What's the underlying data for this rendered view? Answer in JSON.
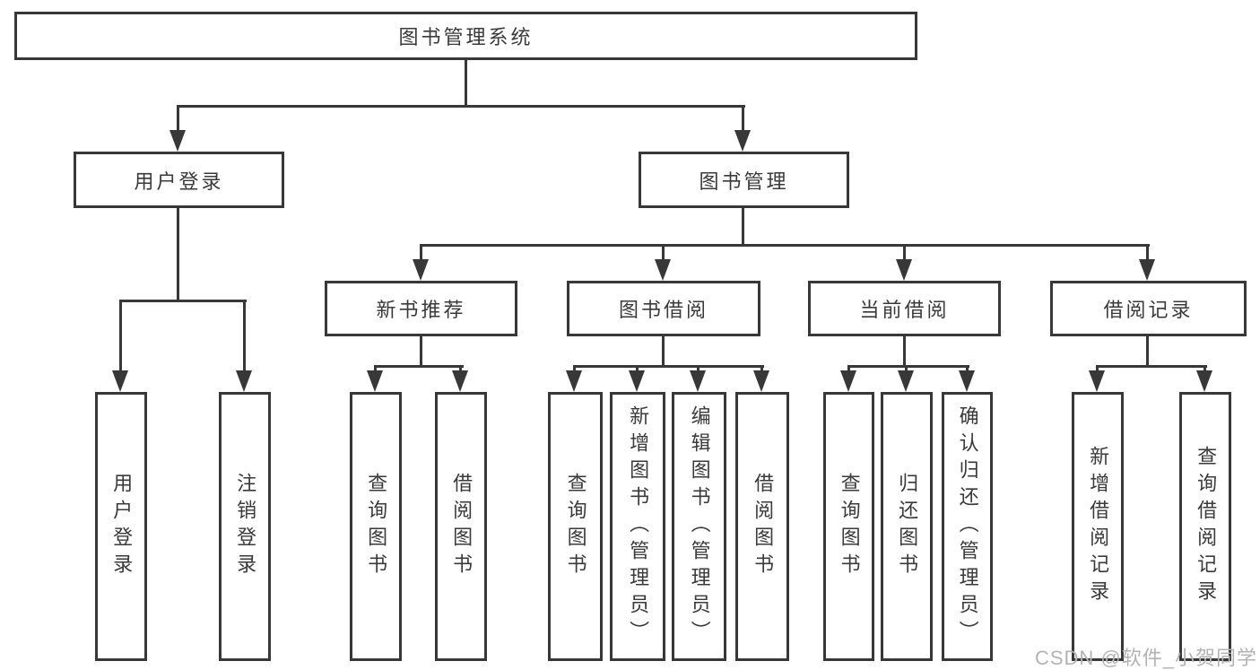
{
  "tree": {
    "root": {
      "label": "图书管理系统",
      "children": [
        {
          "label": "用户登录",
          "children": [
            {
              "label": "用户登录"
            },
            {
              "label": "注销登录"
            }
          ]
        },
        {
          "label": "图书管理",
          "children": [
            {
              "label": "新书推荐",
              "children": [
                {
                  "label": "查询图书"
                },
                {
                  "label": "借阅图书"
                }
              ]
            },
            {
              "label": "图书借阅",
              "children": [
                {
                  "label": "查询图书"
                },
                {
                  "label": "新增图书（管理员）"
                },
                {
                  "label": "编辑图书（管理员）"
                },
                {
                  "label": "借阅图书"
                }
              ]
            },
            {
              "label": "当前借阅",
              "children": [
                {
                  "label": "查询图书"
                },
                {
                  "label": "归还图书"
                },
                {
                  "label": "确认归还（管理员）"
                }
              ]
            },
            {
              "label": "借阅记录",
              "children": [
                {
                  "label": "新增借阅记录"
                },
                {
                  "label": "查询借阅记录"
                }
              ]
            }
          ]
        }
      ]
    }
  },
  "watermark": {
    "text": "CSDN @软件_小贺同学"
  },
  "colors": {
    "line": "#383838",
    "text": "#3a3a3a",
    "watermark": "#b3b3b3",
    "background": "#ffffff"
  }
}
